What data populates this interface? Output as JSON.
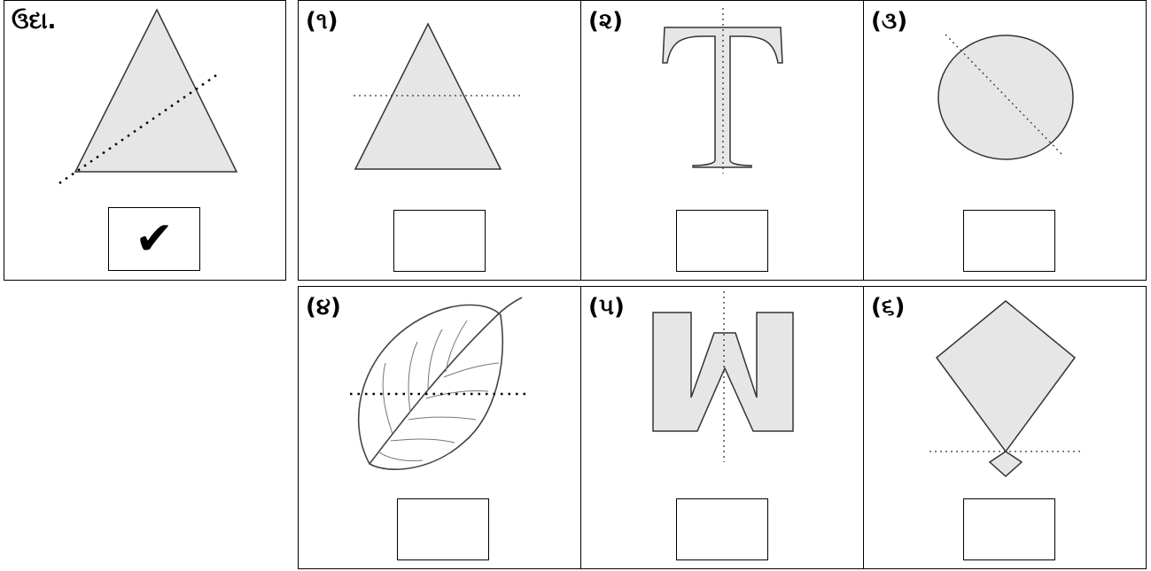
{
  "example": {
    "label": "ઉદા.",
    "answer": "✔",
    "figure_icon": "triangle-icon"
  },
  "items": [
    {
      "label": "(૧)",
      "answer": "",
      "figure_icon": "triangle-icon"
    },
    {
      "label": "(૨)",
      "answer": "",
      "figure_icon": "letter-t-icon"
    },
    {
      "label": "(૩)",
      "answer": "",
      "figure_icon": "circle-icon"
    },
    {
      "label": "(૪)",
      "answer": "",
      "figure_icon": "leaf-icon"
    },
    {
      "label": "(૫)",
      "answer": "",
      "figure_icon": "letter-w-icon"
    },
    {
      "label": "(૬)",
      "answer": "",
      "figure_icon": "kite-icon"
    }
  ]
}
